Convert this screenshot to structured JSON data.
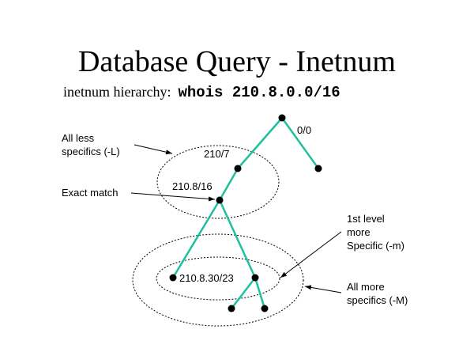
{
  "title": "Database Query - Inetnum",
  "subtitle": {
    "label": "inetnum hierarchy:",
    "command": "whois 210.8.0.0/16"
  },
  "nodes": {
    "root": "0/0",
    "level1": "210/7",
    "exact": "210.8/16",
    "child": "210.8.30/23"
  },
  "annotations": {
    "less": [
      "All less",
      "specifics (-L)"
    ],
    "exact": "Exact match",
    "first_level": [
      "1st level",
      "more",
      "Specific (-m)"
    ],
    "all_more": [
      "All more",
      "specifics (-M)"
    ]
  },
  "colors": {
    "edge": "#1fbf9f"
  }
}
